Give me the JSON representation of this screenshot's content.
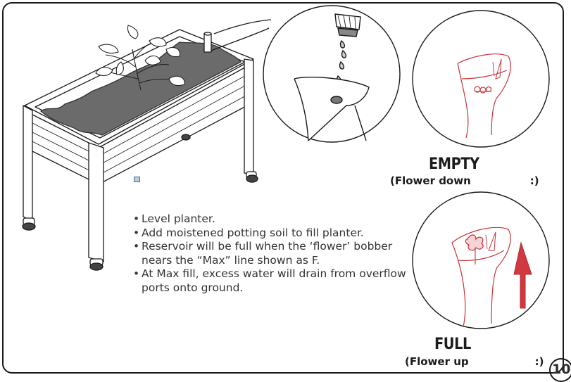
{
  "instructions": {
    "items": [
      "Level planter.",
      "Add moistened potting soil to fill planter.",
      "Reservoir will be full when the ‘flower’ bobber nears the “Max” line shown as F.",
      "At Max fill, excess water will drain from overflow ports onto ground."
    ]
  },
  "states": {
    "empty": {
      "title": "EMPTY",
      "sub_left": "(Flower down",
      "sub_right": ":)"
    },
    "full": {
      "title": "FULL",
      "sub_left": "(Flower up",
      "sub_right": ":)"
    }
  },
  "page": {
    "number": "10"
  },
  "colors": {
    "line": "#1a1a1a",
    "soil": "#6b6b6b",
    "accent_red": "#c8323a"
  }
}
